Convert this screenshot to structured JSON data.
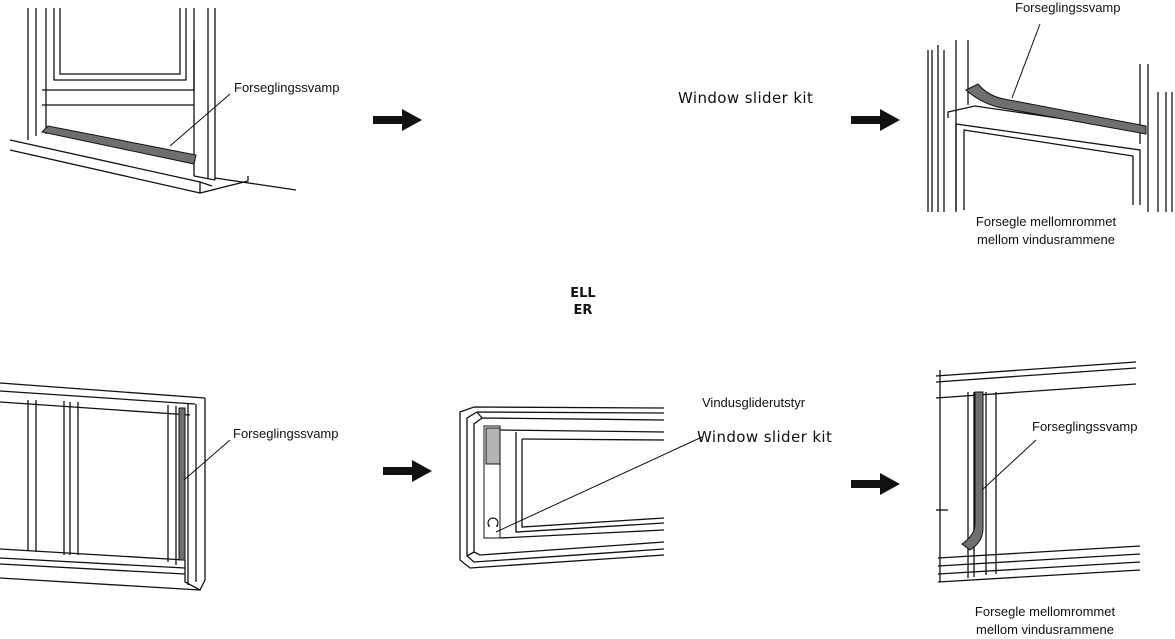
{
  "labels": {
    "seal_sponge": "Forseglingssvamp",
    "window_slider_kit": "Window slider kit",
    "window_slider_kit_no": "Vindusgliderutstyr",
    "seal_gap_line1": "Forsegle mellomrommet",
    "seal_gap_line2": "mellom vindusrammene",
    "or_line1": "ELL",
    "or_line2": "ER"
  },
  "icons": [
    "arrow-right-icon"
  ],
  "colors": {
    "line": "#111111",
    "sponge": "#6f6f6f",
    "sponge_light": "#b4b4b4"
  }
}
